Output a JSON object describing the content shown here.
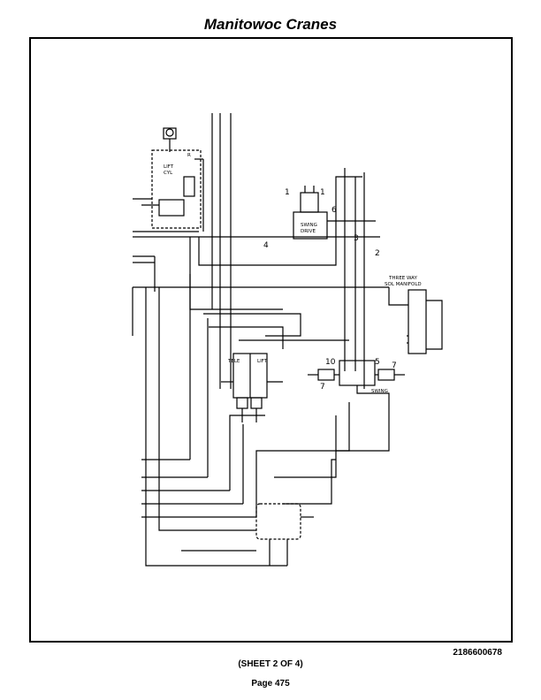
{
  "header": {
    "title": "Manitowoc Cranes"
  },
  "footer": {
    "doc_number": "2186600678",
    "sheet_label": "(SHEET 2 OF 4)",
    "page_label": "Page 475"
  },
  "diagram": {
    "lift_cyl_label": [
      "LIFT",
      "CYL"
    ],
    "lift_cyl_port": "R",
    "swing_drive_label": [
      "SWING",
      "DRIVE"
    ],
    "manifold_label": [
      "THREE WAY",
      "SOL MANIFOLD"
    ],
    "tele_label": "TELE",
    "lift_valve_label": "LIFT",
    "swing_valve_label": "SWING",
    "callouts": [
      "1",
      "1",
      "6",
      "4",
      "3",
      "2",
      "10",
      "5",
      "7",
      "7"
    ]
  }
}
